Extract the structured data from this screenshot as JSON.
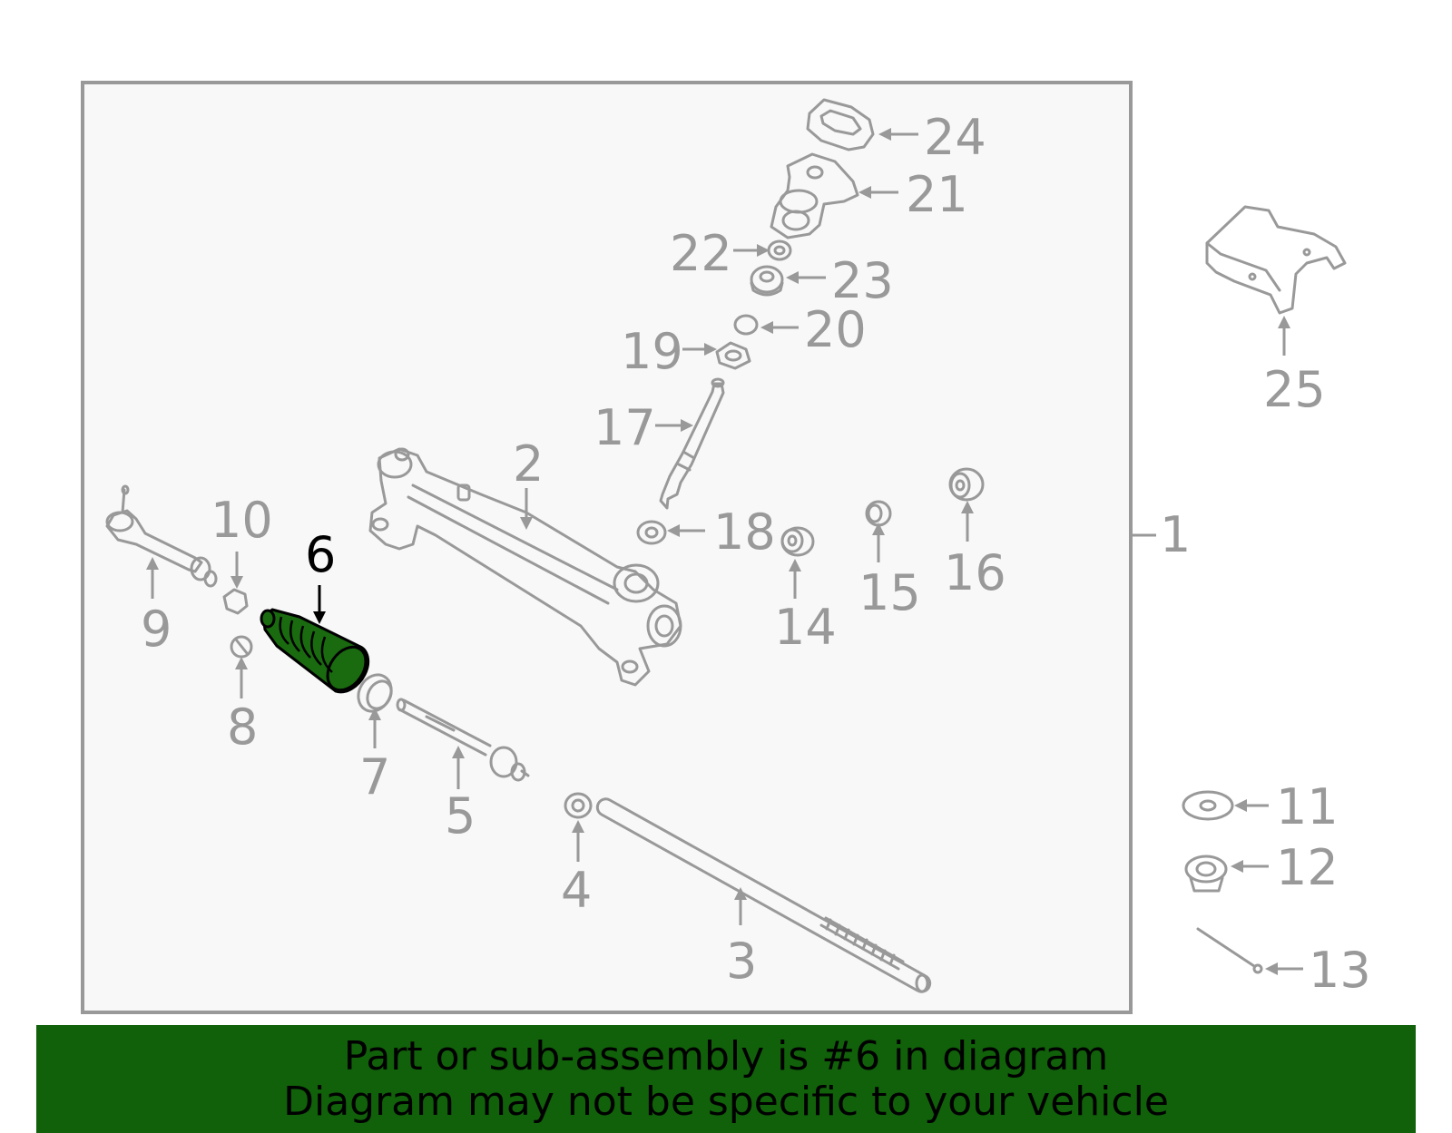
{
  "diagram": {
    "highlighted_part": "6",
    "colors": {
      "frame_border": "#999999",
      "frame_fill": "#f8f8f8",
      "part_stroke": "#999999",
      "label_gray": "#999999",
      "highlight_fill": "#1a6a10",
      "highlight_label": "#000000",
      "banner_bg": "#11600a"
    },
    "labels": {
      "p1": "1",
      "p2": "2",
      "p3": "3",
      "p4": "4",
      "p5": "5",
      "p6": "6",
      "p7": "7",
      "p8": "8",
      "p9": "9",
      "p10": "10",
      "p11": "11",
      "p12": "12",
      "p13": "13",
      "p14": "14",
      "p15": "15",
      "p16": "16",
      "p17": "17",
      "p18": "18",
      "p19": "19",
      "p20": "20",
      "p21": "21",
      "p22": "22",
      "p23": "23",
      "p24": "24",
      "p25": "25"
    }
  },
  "banner": {
    "line1": "Part or sub-assembly is #6 in diagram",
    "line2": "Diagram may not be specific to your vehicle"
  }
}
